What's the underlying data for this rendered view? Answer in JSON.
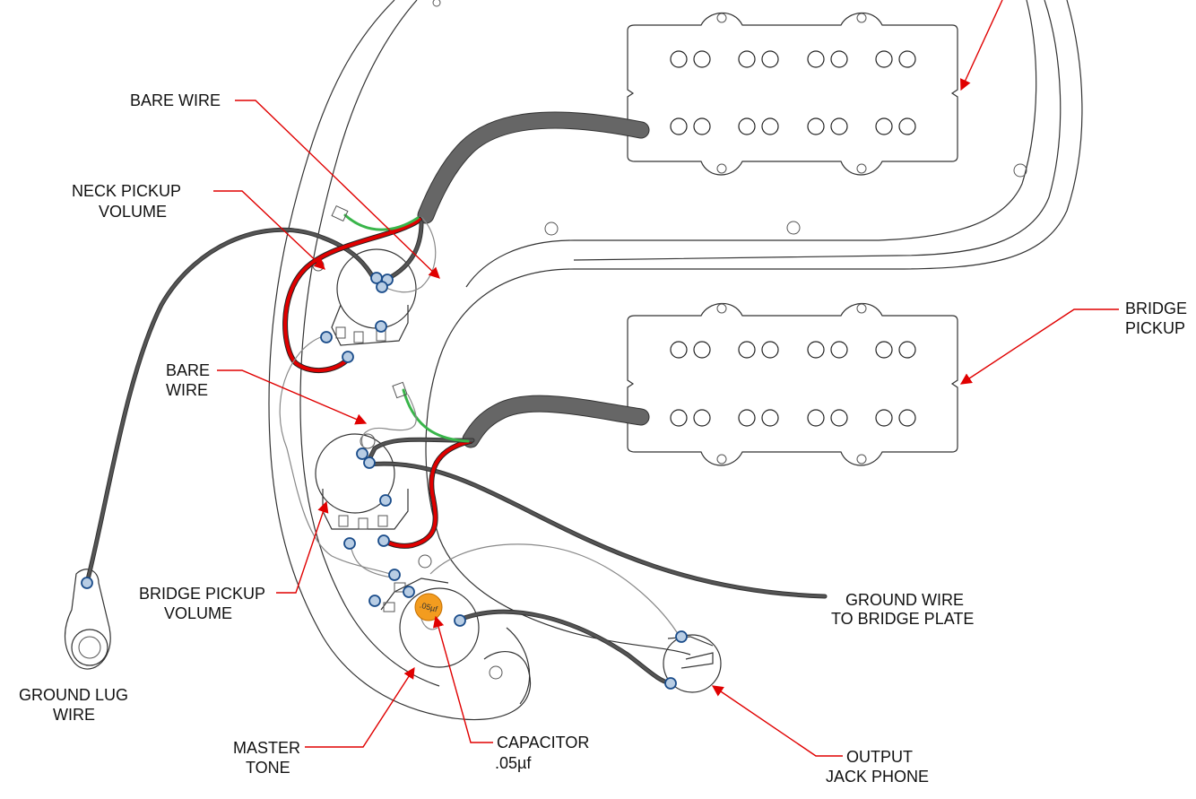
{
  "labels": {
    "bare_wire_top": "BARE WIRE",
    "neck_volume_1": "NECK PICKUP",
    "neck_volume_2": "VOLUME",
    "bare_wire_mid_1": "BARE",
    "bare_wire_mid_2": "WIRE",
    "bridge_pickup_1": "BRIDGE",
    "bridge_pickup_2": "PICKUP",
    "bridge_volume_1": "BRIDGE PICKUP",
    "bridge_volume_2": "VOLUME",
    "ground_wire_1": "GROUND WIRE",
    "ground_wire_2": "TO BRIDGE PLATE",
    "ground_lug_1": "GROUND LUG",
    "ground_lug_2": "WIRE",
    "master_tone_1": "MASTER",
    "master_tone_2": "TONE",
    "capacitor_1": "CAPACITOR",
    "capacitor_2": ".05µf",
    "output_jack_1": "OUTPUT",
    "output_jack_2": "JACK PHONE",
    "capacitor_marking": ".05µf"
  },
  "colors": {
    "hot_wire": "#e00000",
    "ground_wire": "#39b54a",
    "black_wire": "#333333",
    "cable": "#666666",
    "solder_lug": "#b8cde4",
    "capacitor": "#f39c1f",
    "leader": "#e00000"
  }
}
